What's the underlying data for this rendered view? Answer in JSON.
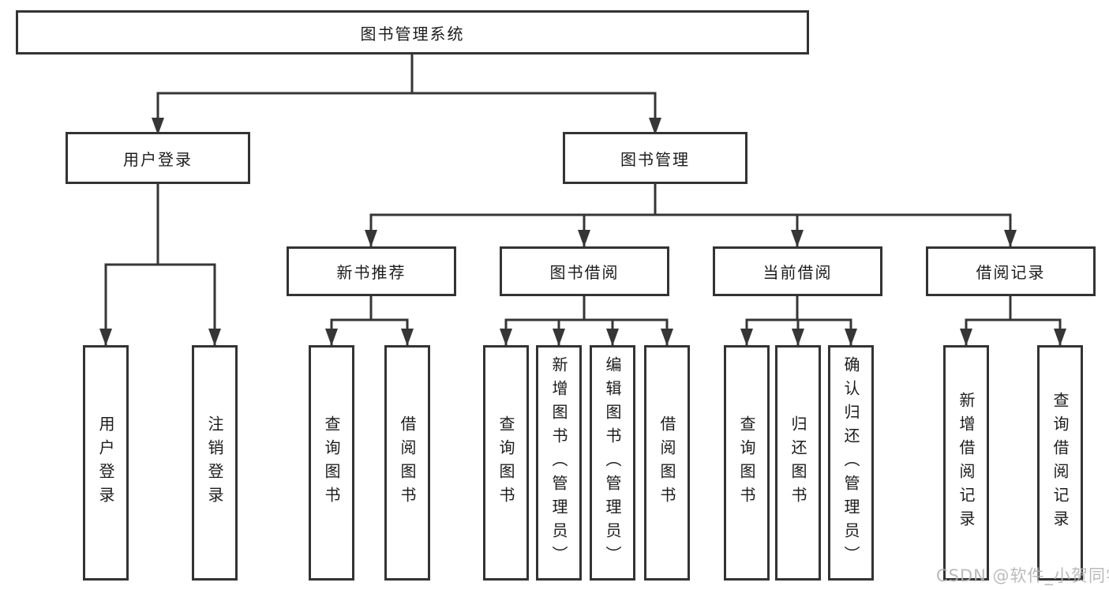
{
  "diagram": {
    "root": {
      "label": "图书管理系统"
    },
    "branches": [
      {
        "label": "用户登录",
        "children": [
          {
            "label": "用户登录"
          },
          {
            "label": "注销登录"
          }
        ]
      },
      {
        "label": "图书管理",
        "children": [
          {
            "label": "新书推荐",
            "children": [
              {
                "label": "查询图书"
              },
              {
                "label": "借阅图书"
              }
            ]
          },
          {
            "label": "图书借阅",
            "children": [
              {
                "label": "查询图书"
              },
              {
                "label": "新增图书（管理员）"
              },
              {
                "label": "编辑图书（管理员）"
              },
              {
                "label": "借阅图书"
              }
            ]
          },
          {
            "label": "当前借阅",
            "children": [
              {
                "label": "查询图书"
              },
              {
                "label": "归还图书"
              },
              {
                "label": "确认归还（管理员）"
              }
            ]
          },
          {
            "label": "借阅记录",
            "children": [
              {
                "label": "新增借阅记录"
              },
              {
                "label": "查询借阅记录"
              }
            ]
          }
        ]
      }
    ]
  },
  "watermark": {
    "text": "CSDN @软件_小贺同学"
  },
  "colors": {
    "line": "#363636",
    "border": "#333333",
    "text": "#1c1c1c",
    "watermark": "#b3b3b3",
    "background": "#ffffff"
  }
}
